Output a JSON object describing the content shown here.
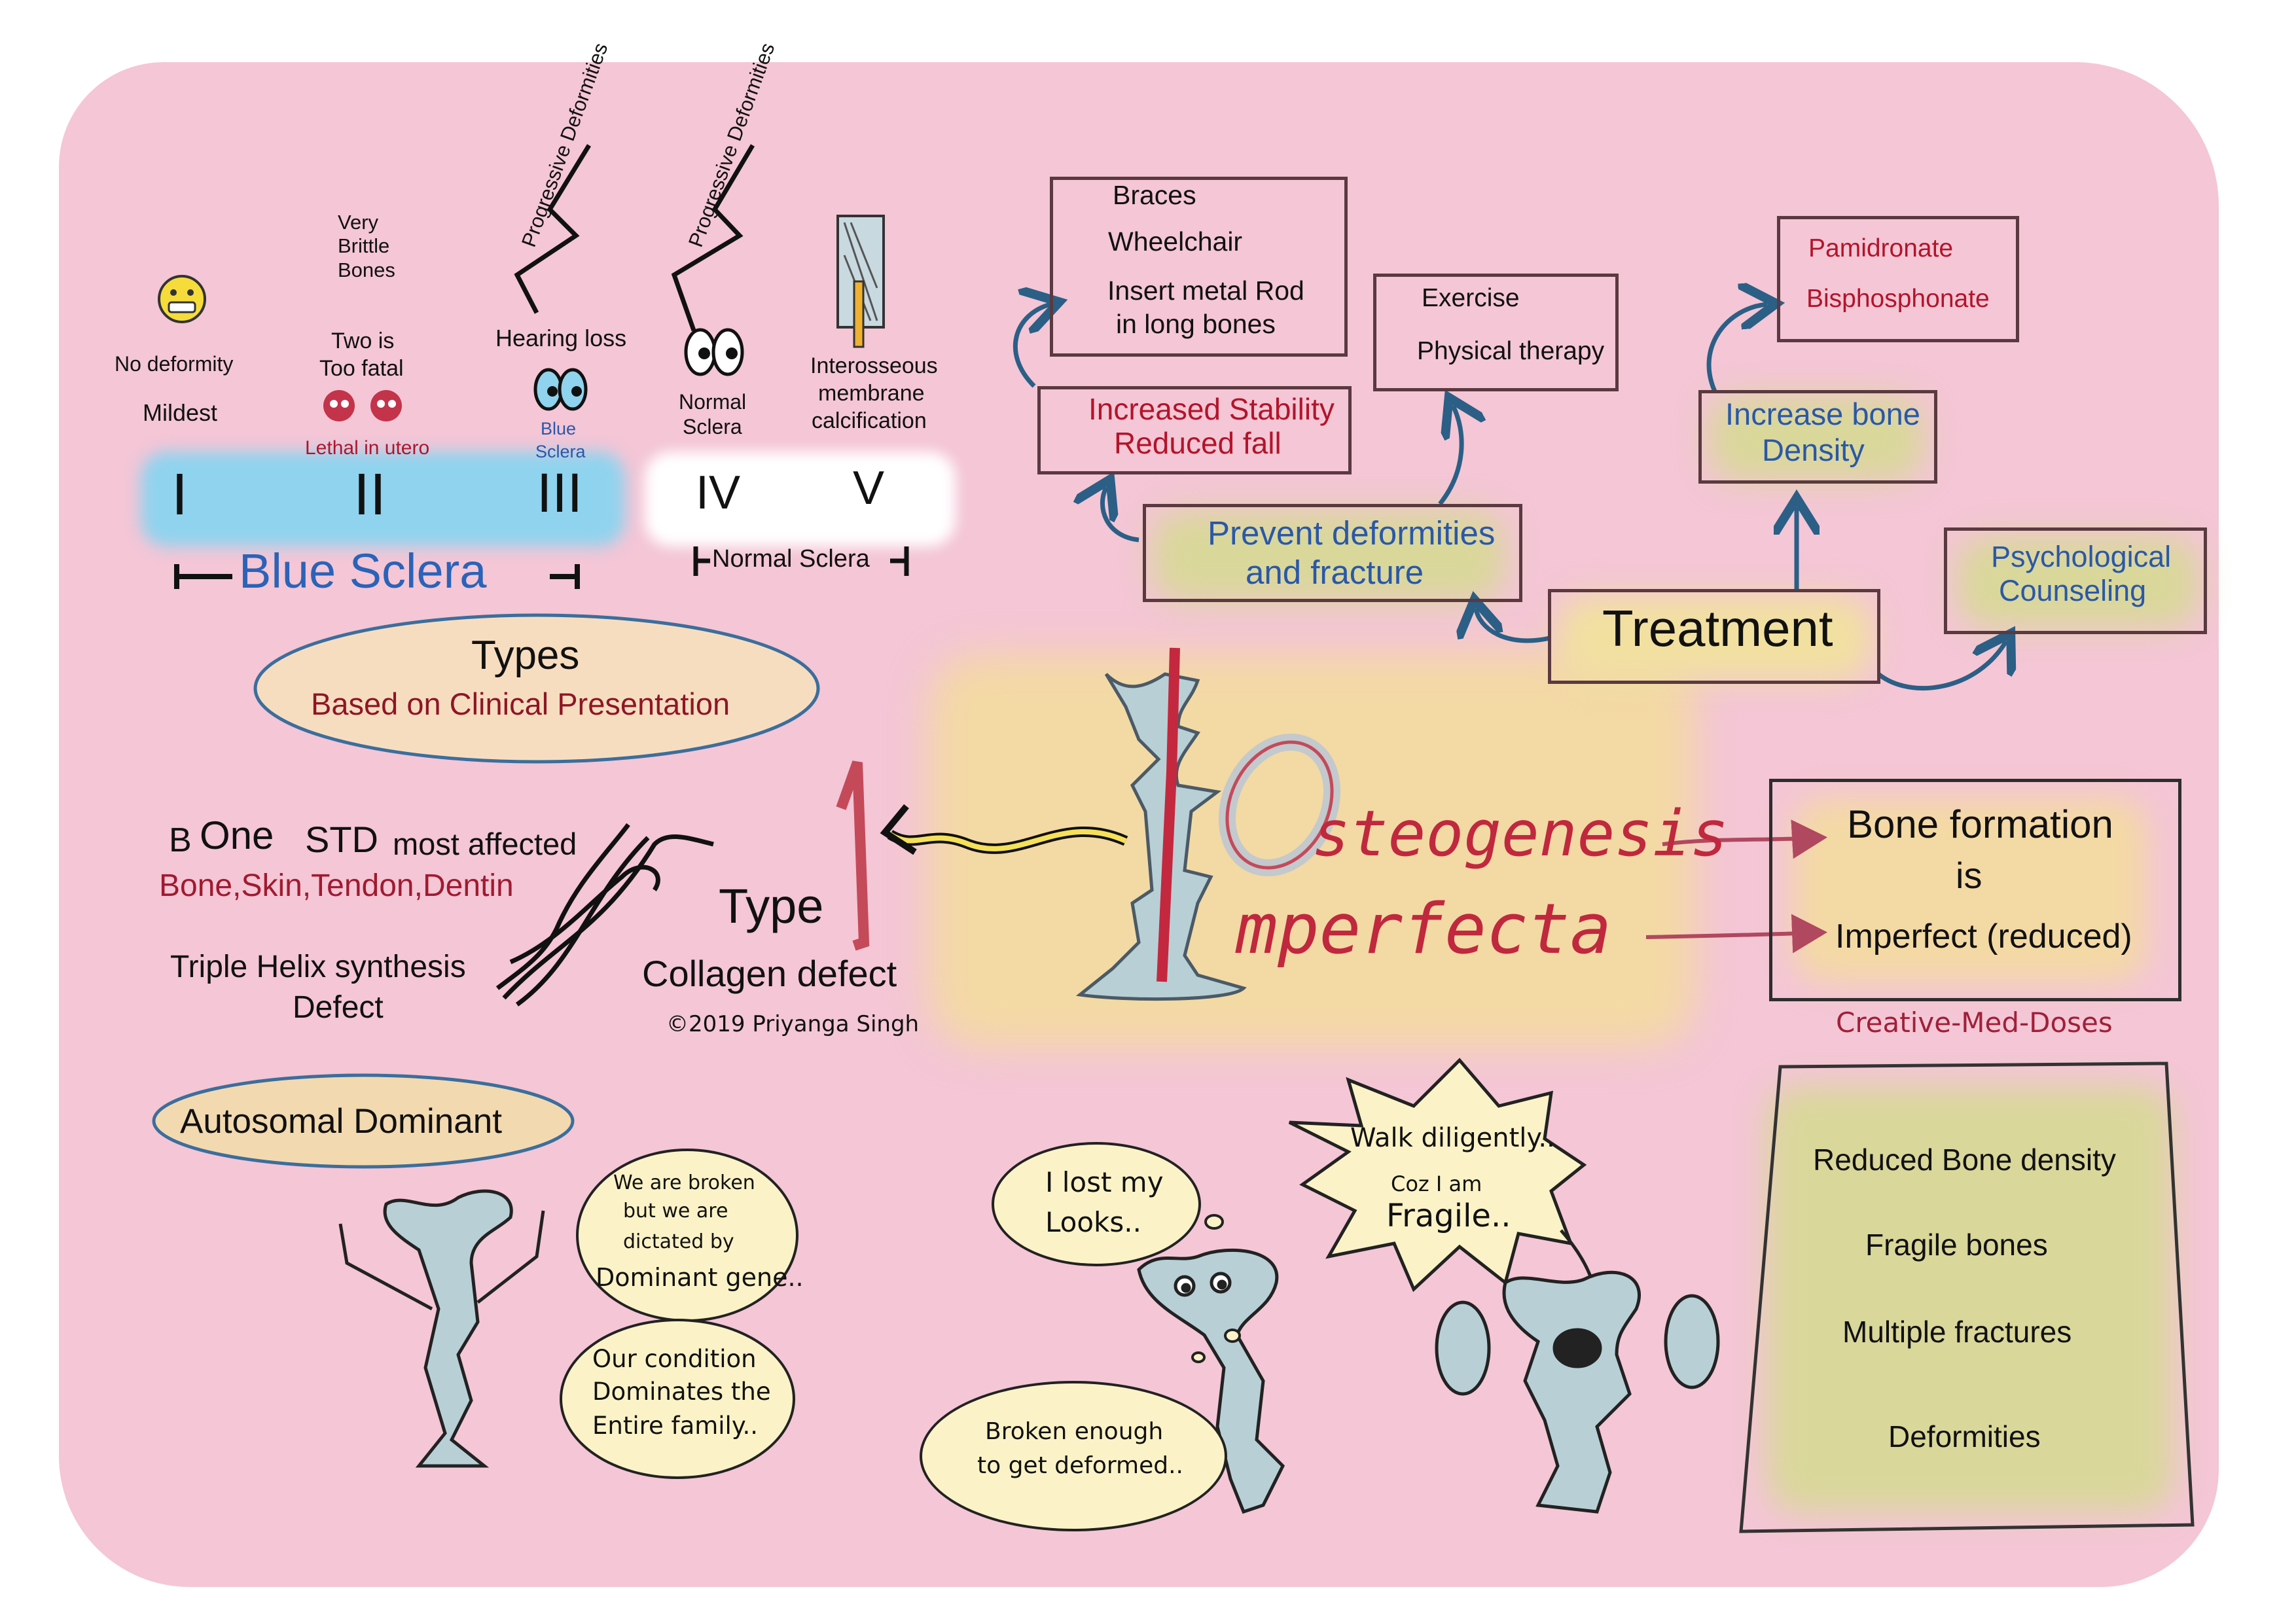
{
  "types": {
    "type1": {
      "numeral": "I",
      "emoji_desc": "grinning-face-icon",
      "line1": "No deformity",
      "line2": "Mildest"
    },
    "type2": {
      "numeral": "II",
      "line1": "Very",
      "line2": "Brittle",
      "line3": "Bones",
      "line4": "Two is",
      "line5": "Too fatal",
      "line6": "Lethal in utero"
    },
    "type3": {
      "numeral": "III",
      "deform": "Progressive Deformities",
      "line1": "Hearing loss",
      "line2": "Blue",
      "line3": "Sclera"
    },
    "type4": {
      "numeral": "IV",
      "deform": "Progressive Deformities",
      "line1": "Normal",
      "line2": "Sclera"
    },
    "type5": {
      "numeral": "V",
      "line1": "Interosseous",
      "line2": "membrane",
      "line3": "calcification"
    },
    "blue_sclera_label": "Blue Sclera",
    "normal_sclera_label": "Normal Sclera",
    "types_title": "Types",
    "types_subtitle": "Based on Clinical Presentation"
  },
  "collagen": {
    "b": "B",
    "one": "One",
    "std": "STD",
    "most_affected": "most affected",
    "tissues": "Bone,Skin,Tendon,Dentin",
    "helix1": "Triple Helix synthesis",
    "helix2": "Defect",
    "type_label": "Type",
    "type_numeral": "1",
    "collagen_defect": "Collagen defect",
    "copyright": "©2019 Priyanga Singh"
  },
  "title": {
    "o": "O",
    "rest1": "steogenesis",
    "i": "I",
    "rest2": "mperfecta"
  },
  "definition": {
    "line1": "Bone formation",
    "line2": "is",
    "line3": "Imperfect (reduced)",
    "credit": "Creative-Med-Doses"
  },
  "treatment": {
    "center": "Treatment",
    "prevent1": "Prevent deformities",
    "prevent2": "and fracture",
    "stability1": "Increased Stability",
    "stability2": "Reduced fall",
    "aids": [
      "Braces",
      "Wheelchair",
      "Insert metal Rod",
      "in long bones"
    ],
    "exercise": [
      "Exercise",
      "Physical therapy"
    ],
    "density1": "Increase bone",
    "density2": "Density",
    "drugs": [
      "Pamidronate",
      "Bisphosphonate"
    ],
    "psych1": "Psychological",
    "psych2": "Counseling"
  },
  "inheritance": {
    "label": "Autosomal Dominant",
    "bubble1": [
      "We are broken",
      "but we are",
      "dictated by",
      "Dominant gene.."
    ],
    "bubble2": [
      "Our condition",
      "Dominates the",
      "Entire family.."
    ]
  },
  "characters": {
    "thought1": [
      "I lost my",
      "Looks.."
    ],
    "thought2": [
      "Broken enough",
      "to get deformed.."
    ],
    "shout": [
      "Walk diligently..",
      "Coz I am",
      "Fragile.."
    ]
  },
  "features": [
    "Reduced Bone density",
    "Fragile bones",
    "Multiple fractures",
    "Deformities"
  ],
  "colors": {
    "background": "#f4c6d6",
    "red": "#b3142a",
    "blue": "#2a58a8",
    "bone": "#b8cfd6"
  }
}
